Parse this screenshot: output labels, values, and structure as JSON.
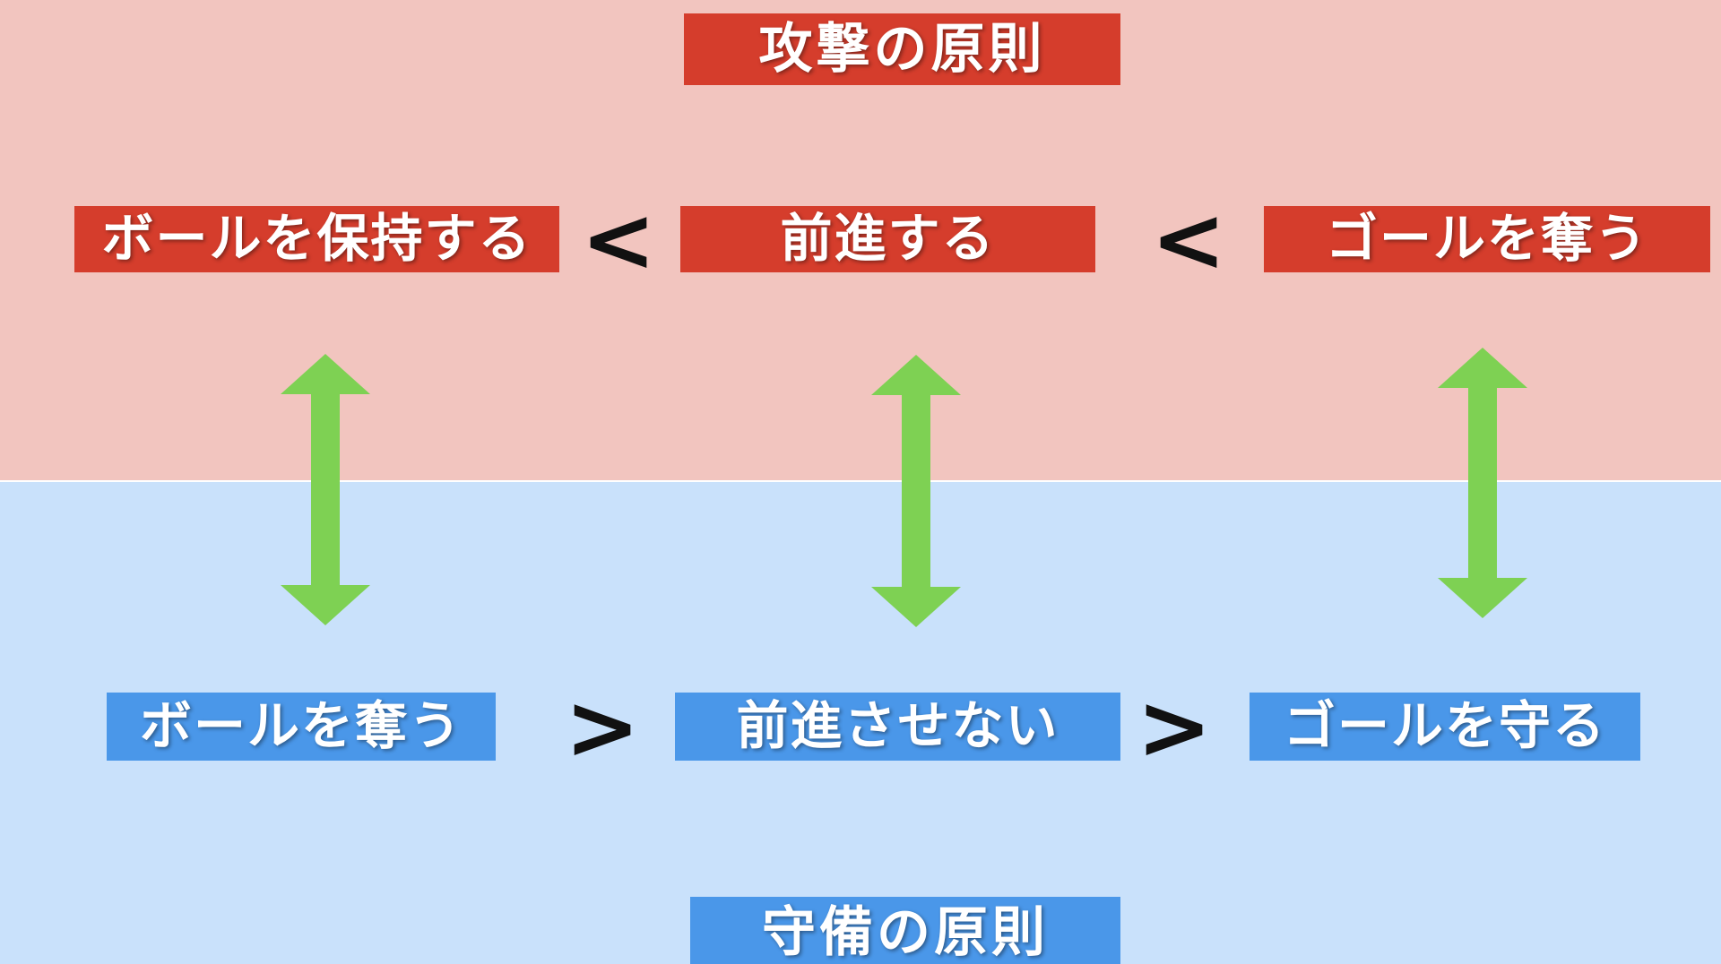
{
  "diagram": {
    "attack_section": {
      "title": "攻撃の原則",
      "relation_symbol": "<",
      "boxes": [
        {
          "label": "ボールを保持する"
        },
        {
          "label": "前進する"
        },
        {
          "label": "ゴールを奪う"
        }
      ]
    },
    "defense_section": {
      "title": "守備の原則",
      "relation_symbol": ">",
      "boxes": [
        {
          "label": "ボールを奪う"
        },
        {
          "label": "前進させない"
        },
        {
          "label": "ゴールを守る"
        }
      ]
    },
    "links": [
      {
        "from": "ボールを保持する",
        "to": "ボールを奪う",
        "icon": "double-headed-vertical-arrow"
      },
      {
        "from": "前進する",
        "to": "前進させない",
        "icon": "double-headed-vertical-arrow"
      },
      {
        "from": "ゴールを奪う",
        "to": "ゴールを守る",
        "icon": "double-headed-vertical-arrow"
      }
    ],
    "colors": {
      "attack_background": "#f2c5bf",
      "attack_box": "#d53d2c",
      "defense_background": "#c9e1fb",
      "defense_box": "#4a97e9",
      "link_arrow_green": "#7ed153",
      "box_text": "#ffffff",
      "relation_symbol_black": "#111111",
      "section_divider": "#ffffff"
    }
  }
}
